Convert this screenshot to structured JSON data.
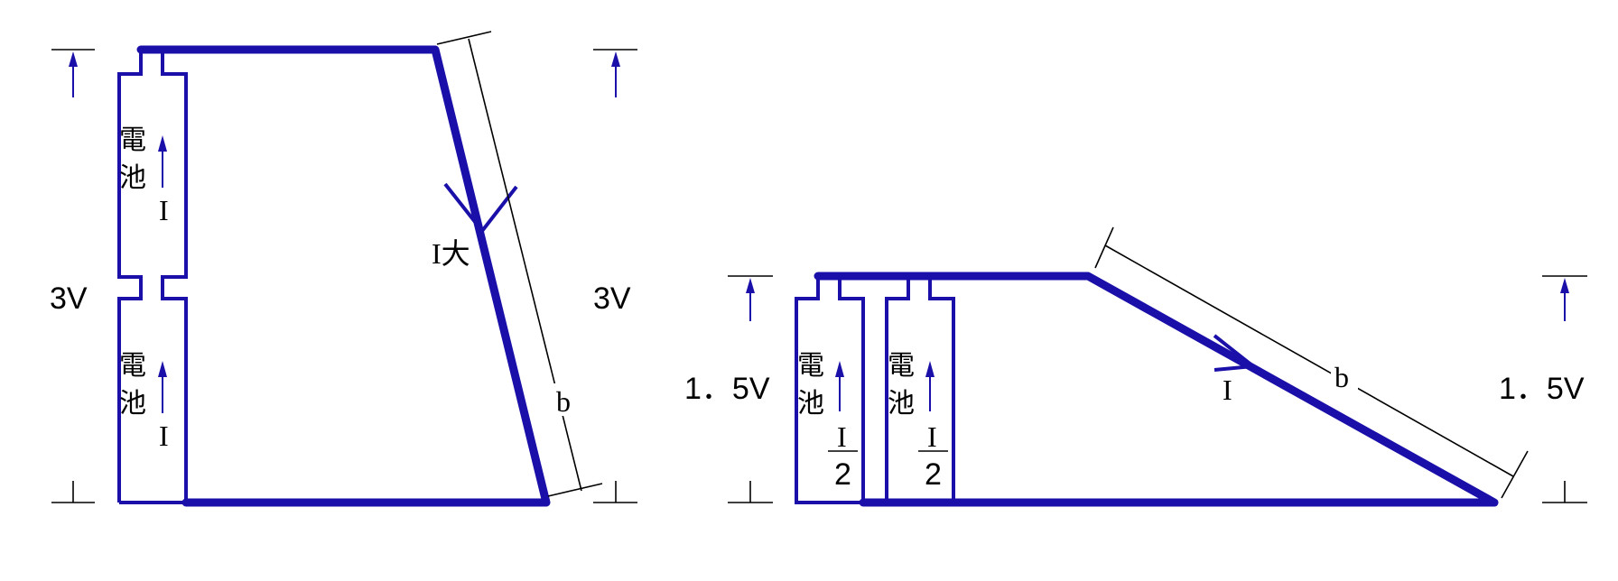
{
  "left_circuit": {
    "battery_upper": {
      "label_line1": "電",
      "label_line2": "池",
      "current": "I"
    },
    "battery_lower": {
      "label_line1": "電",
      "label_line2": "池",
      "current": "I"
    },
    "voltage_left": "3V",
    "voltage_right": "3V",
    "resistor_current": "I大",
    "length_label": "b"
  },
  "right_circuit": {
    "battery_1": {
      "label_line1": "電",
      "label_line2": "池",
      "current_num": "I",
      "current_den": "2"
    },
    "battery_2": {
      "label_line1": "電",
      "label_line2": "池",
      "current_num": "I",
      "current_den": "2"
    },
    "voltage_left": "1．5V",
    "voltage_right": "1．5V",
    "resistor_current": "I",
    "length_label": "b"
  },
  "colors": {
    "wire": "#1a0fa8",
    "dimension": "#000000",
    "background": "#ffffff"
  }
}
